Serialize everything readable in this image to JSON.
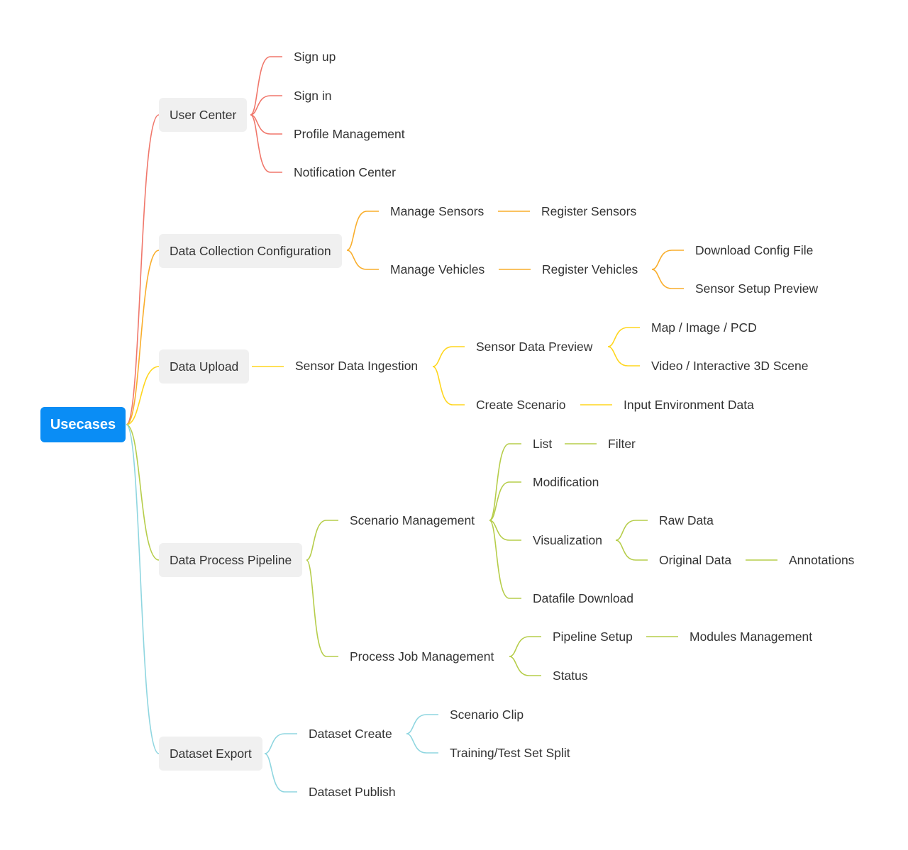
{
  "colors": {
    "root": "#0a8df5",
    "user_center": "#f0776b",
    "data_collection": "#f9ae2c",
    "data_upload": "#ffd61e",
    "data_process": "#b6cd4a",
    "dataset_export": "#8fd6e0"
  },
  "nodes": {
    "root": "Usecases",
    "user_center": "User Center",
    "sign_up": "Sign up",
    "sign_in": "Sign in",
    "profile_management": "Profile Management",
    "notification_center": "Notification Center",
    "data_collection_configuration": "Data Collection Configuration",
    "manage_sensors": "Manage Sensors",
    "register_sensors": "Register Sensors",
    "manage_vehicles": "Manage Vehicles",
    "register_vehicles": "Register Vehicles",
    "download_config_file": "Download Config File",
    "sensor_setup_preview": "Sensor Setup Preview",
    "data_upload": "Data Upload",
    "sensor_data_ingestion": "Sensor Data Ingestion",
    "sensor_data_preview": "Sensor Data Preview",
    "map_image_pcd": "Map / Image / PCD",
    "video_interactive_3d_scene": "Video / Interactive 3D Scene",
    "create_scenario": "Create Scenario",
    "input_environment_data": "Input Environment Data",
    "data_process_pipeline": "Data Process Pipeline",
    "scenario_management": "Scenario Management",
    "list": "List",
    "filter": "Filter",
    "modification": "Modification",
    "visualization": "Visualization",
    "raw_data": "Raw Data",
    "original_data": "Original Data",
    "annotations": "Annotations",
    "datafile_download": "Datafile Download",
    "process_job_management": "Process Job Management",
    "pipeline_setup": "Pipeline Setup",
    "modules_management": "Modules Management",
    "status": "Status",
    "dataset_export": "Dataset Export",
    "dataset_create": "Dataset Create",
    "scenario_clip": "Scenario Clip",
    "training_test_set_split": "Training/Test Set Split",
    "dataset_publish": "Dataset Publish"
  }
}
